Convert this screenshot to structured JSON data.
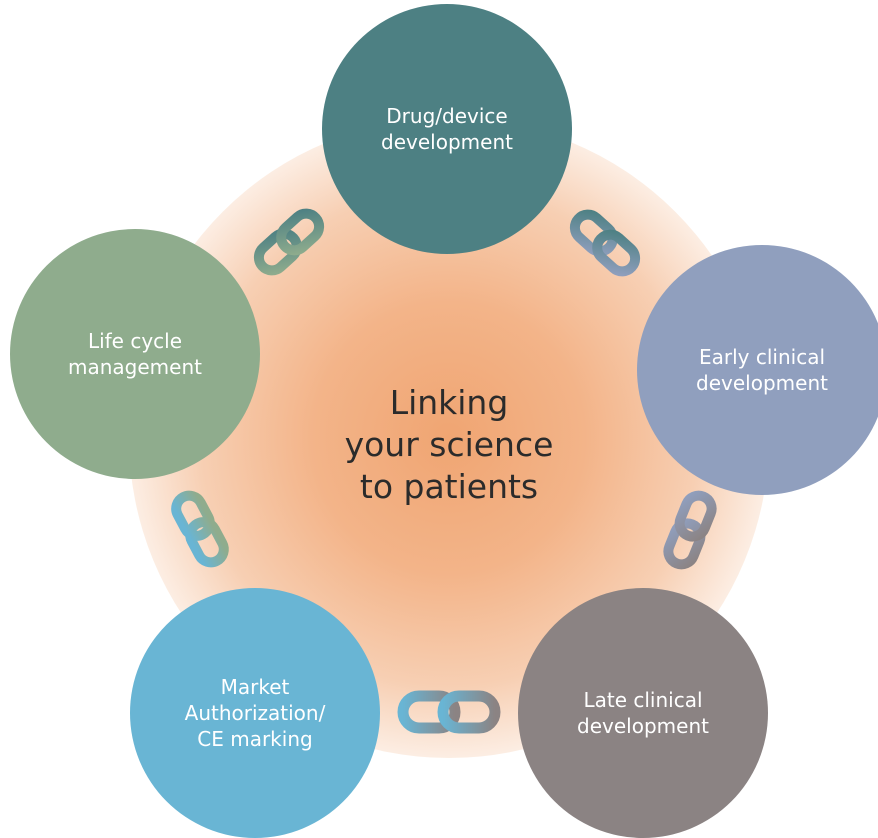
{
  "center": {
    "text": "Linking\nyour science\nto patients",
    "color": "#2b2b2b"
  },
  "background": {
    "glow_color": "#f0a572"
  },
  "stages": [
    {
      "label": "Drug/device\ndevelopment",
      "color": "#4d8083"
    },
    {
      "label": "Early clinical\ndevelopment",
      "color": "#909fbe"
    },
    {
      "label": "Late clinical\ndevelopment",
      "color": "#8b8383"
    },
    {
      "label": "Market\nAuthorization/\nCE marking",
      "color": "#69b5d4"
    },
    {
      "label": "Life cycle\nmanagement",
      "color": "#8fac8d"
    }
  ],
  "links": [
    {
      "name": "chain-link-icon",
      "from_color": "#8fac8d",
      "to_color": "#4d8083"
    },
    {
      "name": "chain-link-icon",
      "from_color": "#4d8083",
      "to_color": "#909fbe"
    },
    {
      "name": "chain-link-icon",
      "from_color": "#909fbe",
      "to_color": "#8b8383"
    },
    {
      "name": "chain-link-icon",
      "from_color": "#69b5d4",
      "to_color": "#8b8383"
    },
    {
      "name": "chain-link-icon",
      "from_color": "#8fac8d",
      "to_color": "#69b5d4"
    }
  ]
}
